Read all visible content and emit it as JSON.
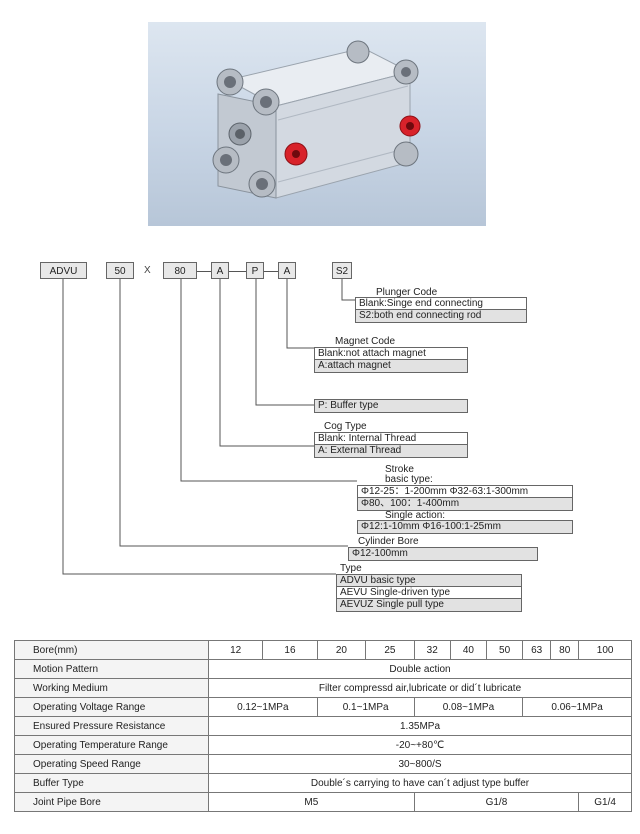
{
  "product_image": {
    "name": "compact pneumatic cylinder",
    "colors": {
      "body": "#d7dde6",
      "bolt": "#aeb4bd",
      "port": "#d8222a"
    }
  },
  "code": {
    "type": "ADVU",
    "bore": "50",
    "x": "X",
    "stroke": "80",
    "cog": "A",
    "buffer": "P",
    "magnet": "A",
    "plunger": "S2"
  },
  "plunger": {
    "title": "Plunger Code",
    "options": [
      "Blank:Singe  end connecting",
      "S2:both end connecting rod"
    ]
  },
  "magnet": {
    "title": "Magnet Code",
    "options": [
      "Blank:not attach magnet",
      "A:attach magnet"
    ]
  },
  "buffer": {
    "option": "P: Buffer type"
  },
  "cog": {
    "title": "Cog Type",
    "options": [
      "Blank: Internal Thread",
      "A: External Thread"
    ]
  },
  "stroke": {
    "title": "Stroke",
    "basic_label": "basic type:",
    "basic_1": "Φ12-25：1-200mm Φ32-63:1-300mm",
    "basic_2": "Φ80、100：1-400mm",
    "single_label": "Single action:",
    "single_1": "Φ12:1-10mm   Φ16-100:1-25mm"
  },
  "bore": {
    "title": "Cylinder Bore",
    "option": "Φ12-100mm"
  },
  "type": {
    "title": "Type",
    "options": [
      "ADVU basic type",
      "AEVU Single-driven type",
      "AEVUZ Single pull type"
    ]
  },
  "spec": {
    "bore_label": "Bore(mm)",
    "bores": [
      "12",
      "16",
      "20",
      "25",
      "32",
      "40",
      "50",
      "63",
      "80",
      "100"
    ],
    "motion_label": "Motion Pattern",
    "motion": "Double action",
    "medium_label": "Working Medium",
    "medium": "Filter compressd air,lubricate or did´t lubricate",
    "voltage_label": "Operating Voltage Range",
    "voltage": [
      "0.12~1MPa",
      "0.1~1MPa",
      "0.08~1MPa",
      "0.06~1MPa"
    ],
    "pressure_label": "Ensured Pressure Resistance",
    "pressure": "1.35MPa",
    "temp_label": "Operating Temperature Range",
    "temp": "-20~+80℃",
    "speed_label": "Operating Speed Range",
    "speed": "30~800/S",
    "buffer_label": "Buffer Type",
    "buffer": "Double´s carrying to have can´t adjust type buffer",
    "pipe_label": "Joint Pipe Bore",
    "pipe": [
      "M5",
      "G1/8",
      "G1/4"
    ]
  }
}
